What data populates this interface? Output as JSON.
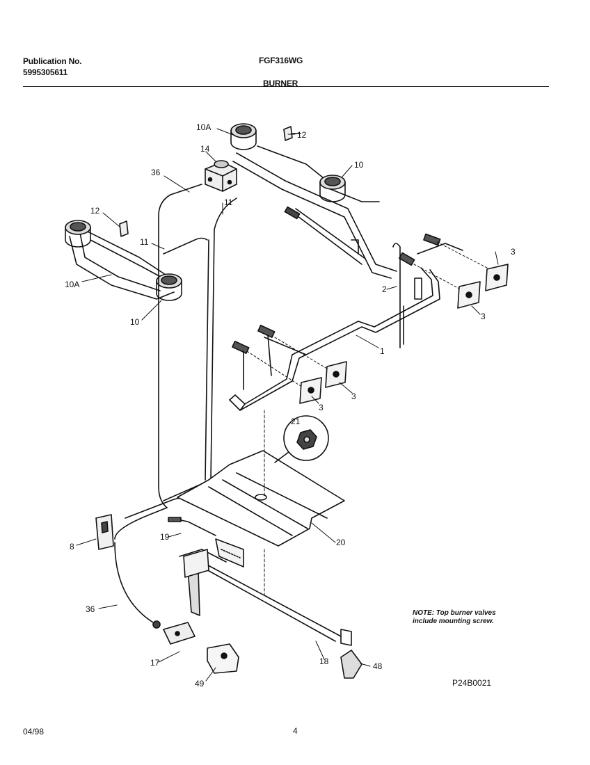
{
  "header": {
    "publication_label": "Publication No.",
    "publication_number": "5995305611",
    "model": "FGF316WG",
    "section": "BURNER"
  },
  "note": {
    "line1": "NOTE: Top burner valves",
    "line2": "include mounting screw."
  },
  "diagram_ref": "P24B0021",
  "footer": {
    "date": "04/98",
    "page": "4"
  },
  "callouts": {
    "c10A_top": "10A",
    "c12_top": "12",
    "c14": "14",
    "c10_top": "10",
    "c36_top": "36",
    "c11_top": "11",
    "c12_left": "12",
    "c11_left": "11",
    "c3_a": "3",
    "c10A_left": "10A",
    "c2": "2",
    "c3_b": "3",
    "c10_left": "10",
    "c1": "1",
    "c3_c": "3",
    "c3_d": "3",
    "c21": "21",
    "c8": "8",
    "c20": "20",
    "c19": "19",
    "c36_bottom": "36",
    "c17": "17",
    "c18": "18",
    "c48": "48",
    "c49": "49"
  }
}
